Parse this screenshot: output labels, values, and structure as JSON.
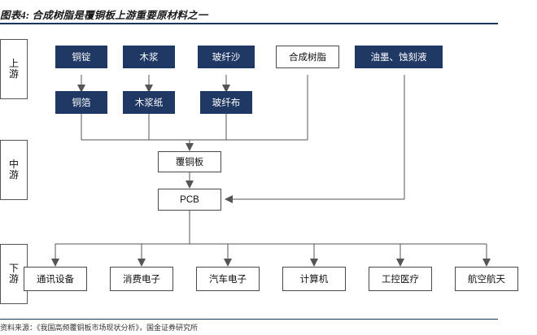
{
  "header": {
    "title": "图表4: 合成树脂是覆铜板上游重要原材料之一",
    "rule_color": "#16365c"
  },
  "footer": {
    "source": "资料来源：《我国高频覆铜板市场现状分析》，国金证券研究所"
  },
  "stages": [
    {
      "name": "upstream",
      "lines": [
        "上",
        "游"
      ]
    },
    {
      "name": "midstream",
      "lines": [
        "中",
        "游"
      ]
    },
    {
      "name": "downstream",
      "lines": [
        "下",
        "游"
      ]
    }
  ],
  "nodes": {
    "raw_row1": [
      {
        "label": "铜锭",
        "style": "dark"
      },
      {
        "label": "木浆",
        "style": "dark"
      },
      {
        "label": "玻纤沙",
        "style": "dark"
      },
      {
        "label": "合成树脂",
        "style": "light"
      },
      {
        "label": "油墨、蚀刻液",
        "style": "dark"
      }
    ],
    "raw_row2": [
      {
        "label": "铜箔",
        "style": "dark"
      },
      {
        "label": "木浆纸",
        "style": "dark"
      },
      {
        "label": "玻纤布",
        "style": "dark"
      }
    ],
    "mid": [
      {
        "label": "覆铜板",
        "style": "light"
      },
      {
        "label": "PCB",
        "style": "light"
      }
    ],
    "downstream": [
      {
        "label": "通讯设备",
        "style": "light"
      },
      {
        "label": "消费电子",
        "style": "light"
      },
      {
        "label": "汽车电子",
        "style": "light"
      },
      {
        "label": "计算机",
        "style": "light"
      },
      {
        "label": "工控医疗",
        "style": "light"
      },
      {
        "label": "航空航天",
        "style": "light"
      }
    ]
  },
  "colors": {
    "dark_fill": "#1f3864",
    "light_fill": "#ffffff",
    "line": "#555555",
    "accent": "#16365c"
  }
}
